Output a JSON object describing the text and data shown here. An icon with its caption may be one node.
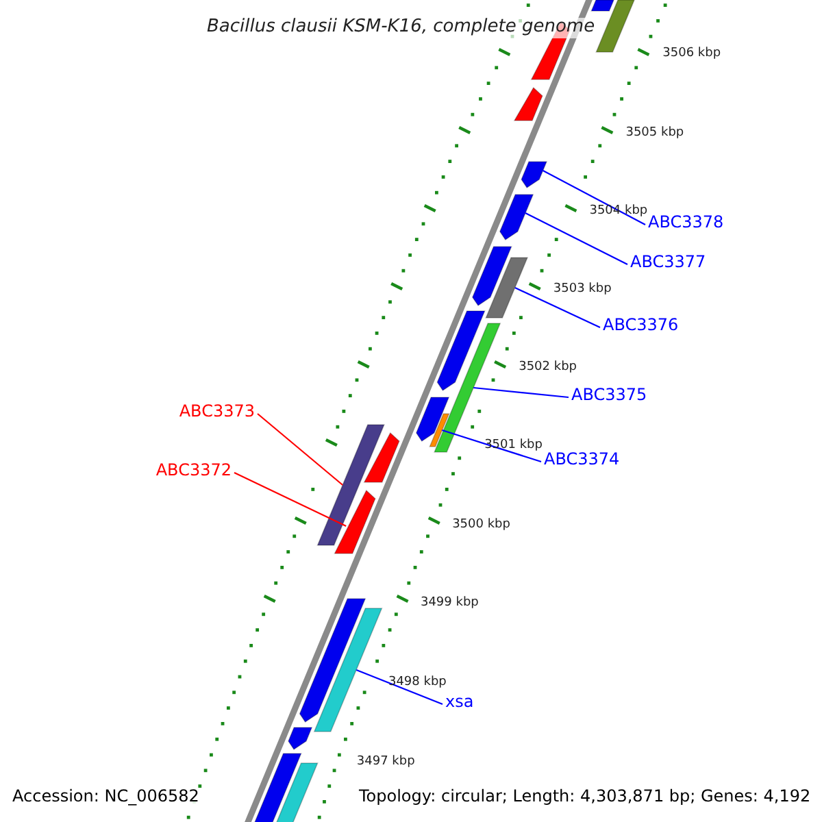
{
  "diagram": {
    "title": "Bacillus clausii KSM-K16, complete genome",
    "nodes": [
      {
        "text": [
          "ABC3378"
        ]
      },
      {
        "text": [
          "ABC3377"
        ]
      },
      {
        "text": [
          "ABC3376"
        ]
      },
      {
        "text": [
          "ABC3375"
        ]
      },
      {
        "text": [
          "ABC3373"
        ]
      },
      {
        "text": [
          "ABC3374"
        ]
      },
      {
        "text": [
          "ABC3372"
        ]
      },
      {
        "text": [
          "xsa"
        ]
      },
      {
        "text": [],
        "shape": "bar"
      },
      {
        "text": [],
        "shape": "bar"
      },
      {
        "text": [],
        "shape": "bar"
      },
      {
        "text": [],
        "shape": "bar"
      },
      {
        "text": [],
        "shape": "bar"
      },
      {
        "text": [],
        "shape": "bar"
      },
      {
        "text": [],
        "shape": "bar"
      },
      {
        "text": [],
        "shape": "bar"
      },
      {
        "text": [],
        "shape": "bar"
      },
      {
        "text": [],
        "shape": "bar"
      },
      {
        "text": [],
        "shape": "bar"
      },
      {
        "text": [],
        "shape": "bar"
      },
      {
        "text": [],
        "shape": "bar"
      },
      {
        "text": [],
        "shape": "bar"
      },
      {
        "text": [],
        "shape": "bar"
      },
      {
        "text": [],
        "shape": "bar"
      },
      {
        "text": [],
        "shape": "bar"
      },
      {
        "text": [],
        "shape": "bar"
      },
      {
        "text": [],
        "shape": "bar"
      },
      {
        "text": [],
        "shape": "bar"
      }
    ],
    "edges": [
      {
        "from": 0,
        "to": 12,
        "arrow": "none"
      },
      {
        "from": 1,
        "to": 13,
        "arrow": "none"
      },
      {
        "from": 2,
        "to": 15,
        "arrow": "none"
      },
      {
        "from": 3,
        "to": 17,
        "arrow": "none"
      },
      {
        "from": 4,
        "to": 20,
        "arrow": "none",
        "color": "#ff0000"
      },
      {
        "from": 5,
        "to": 19,
        "arrow": "none"
      },
      {
        "from": 6,
        "to": 22,
        "arrow": "none",
        "color": "#ff0000"
      },
      {
        "from": 7,
        "to": 24,
        "arrow": "none"
      }
    ],
    "labels": [
      "3506 kbp",
      "3505 kbp",
      "3504 kbp",
      "3503 kbp",
      "3502 kbp",
      "3501 kbp",
      "3500 kbp",
      "3499 kbp",
      "3498 kbp",
      "3497 kbp",
      "Accession: NC_006582",
      "Topology: circular; Length: 4,303,871 bp; Genes: 4,192"
    ]
  }
}
